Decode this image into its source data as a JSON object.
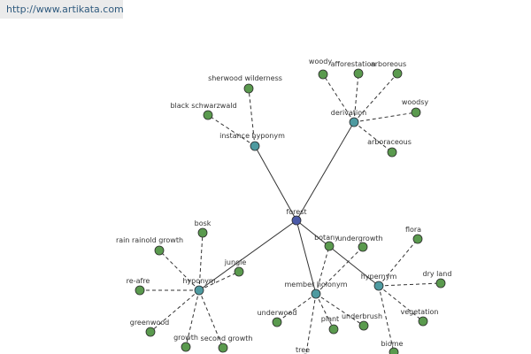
{
  "header": {
    "url": "http://www.artikata.com"
  },
  "colors": {
    "root": "#4a5aa8",
    "relation": "#4e9aa0",
    "term": "#5a9a4e",
    "edge": "#333333"
  },
  "graph": {
    "nodes": [
      {
        "id": "forest",
        "label": "forest",
        "kind": "root"
      },
      {
        "id": "derivation",
        "label": "derivation",
        "kind": "relation"
      },
      {
        "id": "instance_hyponym",
        "label": "instance hyponym",
        "kind": "relation"
      },
      {
        "id": "hyponym",
        "label": "hyponym",
        "kind": "relation"
      },
      {
        "id": "member_holonym",
        "label": "member holonym",
        "kind": "relation"
      },
      {
        "id": "hypernym",
        "label": "hypernym",
        "kind": "relation"
      },
      {
        "id": "woody",
        "label": "woody",
        "kind": "term"
      },
      {
        "id": "afforestation",
        "label": "afforestation",
        "kind": "term"
      },
      {
        "id": "arboreous",
        "label": "arboreous",
        "kind": "term"
      },
      {
        "id": "woodsy",
        "label": "woodsy",
        "kind": "term"
      },
      {
        "id": "arboraceous",
        "label": "arboraceous",
        "kind": "term"
      },
      {
        "id": "sherwood",
        "label": "sherwood wilderness",
        "kind": "term"
      },
      {
        "id": "black_schwarzwald",
        "label": "black schwarzwald",
        "kind": "term"
      },
      {
        "id": "bosk",
        "label": "bosk",
        "kind": "term"
      },
      {
        "id": "rain_rainold",
        "label": "rain rainold growth",
        "kind": "term"
      },
      {
        "id": "jungle",
        "label": "jungle",
        "kind": "term"
      },
      {
        "id": "re_afre",
        "label": "re-afre",
        "kind": "term"
      },
      {
        "id": "greenwood",
        "label": "greenwood",
        "kind": "term"
      },
      {
        "id": "growth",
        "label": "growth",
        "kind": "term"
      },
      {
        "id": "second_growth",
        "label": "second growth",
        "kind": "term"
      },
      {
        "id": "botany",
        "label": "botany",
        "kind": "term"
      },
      {
        "id": "undergrowth",
        "label": "undergrowth",
        "kind": "term"
      },
      {
        "id": "underwood",
        "label": "underwood",
        "kind": "term"
      },
      {
        "id": "plant",
        "label": "plant",
        "kind": "term"
      },
      {
        "id": "underbrush",
        "label": "underbrush",
        "kind": "term"
      },
      {
        "id": "tree",
        "label": "tree",
        "kind": "term"
      },
      {
        "id": "flora",
        "label": "flora",
        "kind": "term"
      },
      {
        "id": "dry_land",
        "label": "dry land",
        "kind": "term"
      },
      {
        "id": "vegetation",
        "label": "vegetation",
        "kind": "term"
      },
      {
        "id": "biome",
        "label": "biome",
        "kind": "term"
      }
    ],
    "edges": [
      {
        "from": "forest",
        "to": "derivation",
        "style": "solid"
      },
      {
        "from": "forest",
        "to": "instance_hyponym",
        "style": "solid"
      },
      {
        "from": "forest",
        "to": "hyponym",
        "style": "solid"
      },
      {
        "from": "forest",
        "to": "member_holonym",
        "style": "solid"
      },
      {
        "from": "forest",
        "to": "hypernym",
        "style": "solid"
      },
      {
        "from": "derivation",
        "to": "woody",
        "style": "dashed"
      },
      {
        "from": "derivation",
        "to": "afforestation",
        "style": "dashed"
      },
      {
        "from": "derivation",
        "to": "arboreous",
        "style": "dashed"
      },
      {
        "from": "derivation",
        "to": "woodsy",
        "style": "dashed"
      },
      {
        "from": "derivation",
        "to": "arboraceous",
        "style": "dashed"
      },
      {
        "from": "instance_hyponym",
        "to": "sherwood",
        "style": "dashed"
      },
      {
        "from": "instance_hyponym",
        "to": "black_schwarzwald",
        "style": "dashed"
      },
      {
        "from": "hyponym",
        "to": "bosk",
        "style": "dashed"
      },
      {
        "from": "hyponym",
        "to": "rain_rainold",
        "style": "dashed"
      },
      {
        "from": "hyponym",
        "to": "jungle",
        "style": "dashed"
      },
      {
        "from": "hyponym",
        "to": "re_afre",
        "style": "dashed"
      },
      {
        "from": "hyponym",
        "to": "greenwood",
        "style": "dashed"
      },
      {
        "from": "hyponym",
        "to": "growth",
        "style": "dashed"
      },
      {
        "from": "hyponym",
        "to": "second_growth",
        "style": "dashed"
      },
      {
        "from": "member_holonym",
        "to": "botany",
        "style": "dashed"
      },
      {
        "from": "member_holonym",
        "to": "undergrowth",
        "style": "dashed"
      },
      {
        "from": "member_holonym",
        "to": "underwood",
        "style": "dashed"
      },
      {
        "from": "member_holonym",
        "to": "plant",
        "style": "dashed"
      },
      {
        "from": "member_holonym",
        "to": "underbrush",
        "style": "dashed"
      },
      {
        "from": "member_holonym",
        "to": "tree",
        "style": "dashed"
      },
      {
        "from": "hypernym",
        "to": "flora",
        "style": "dashed"
      },
      {
        "from": "hypernym",
        "to": "dry_land",
        "style": "dashed"
      },
      {
        "from": "hypernym",
        "to": "vegetation",
        "style": "dashed"
      },
      {
        "from": "hypernym",
        "to": "biome",
        "style": "dashed"
      }
    ]
  }
}
